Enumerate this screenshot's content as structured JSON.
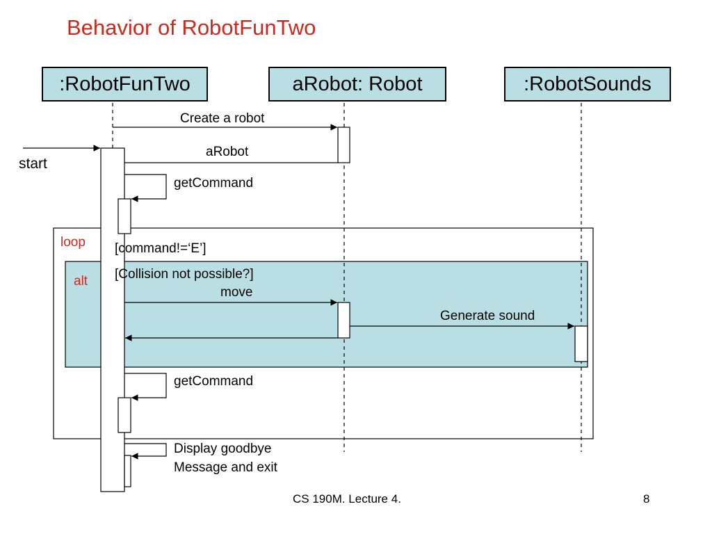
{
  "title": "Behavior of RobotFunTwo",
  "lifelines": [
    {
      "name": ":RobotFunTwo"
    },
    {
      "name": "aRobot: Robot"
    },
    {
      "name": ":RobotSounds"
    }
  ],
  "messages": {
    "create": "Create a robot",
    "return_robot": "aRobot",
    "get_command_1": "getCommand",
    "move": "move",
    "generate_sound": "Generate sound",
    "get_command_2": "getCommand",
    "goodbye_line1": "Display goodbye",
    "goodbye_line2": "Message and exit"
  },
  "start_label": "start",
  "loop_frame": {
    "tag": "loop",
    "guard": "[command!=‘E’]"
  },
  "alt_frame": {
    "tag": "alt",
    "guard": "[Collision not possible?]"
  },
  "footer": {
    "course": "CS 190M. Lecture 4.",
    "page": "8"
  },
  "colors": {
    "title": "#d0281c",
    "box_fill": "#b9dfe4",
    "frame_tag": "#d0281c"
  }
}
